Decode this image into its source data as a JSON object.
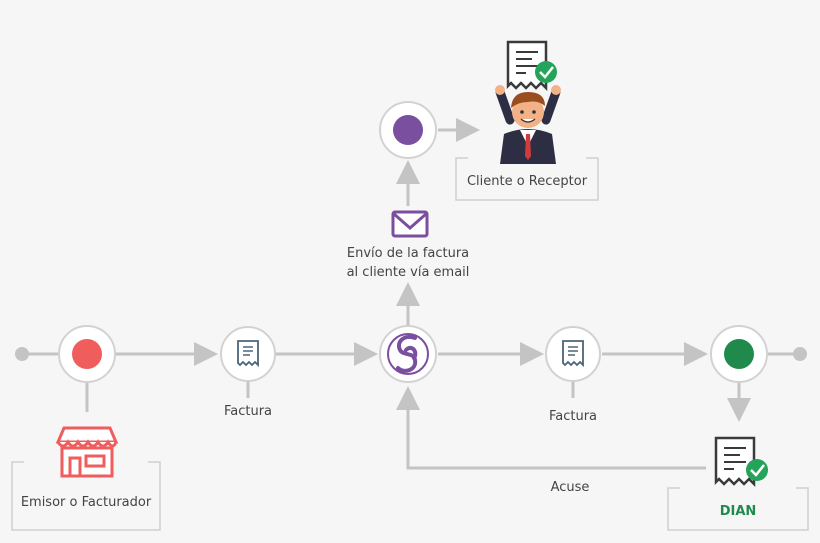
{
  "nodes": {
    "emisor": {
      "label": "Emisor o Facturador",
      "color": "#ef5d5d"
    },
    "cliente": {
      "label": "Cliente o Receptor",
      "color": "#7b4fa0"
    },
    "dian": {
      "label": "DIAN",
      "color": "#1f8a4c"
    },
    "hub_color": "#7b4fa0"
  },
  "edges": {
    "factura_1": "Factura",
    "factura_2": "Factura",
    "email_line1": "Envío de la factura",
    "email_line2": "al cliente vía email",
    "acuse": "Acuse"
  },
  "colors": {
    "line": "#c4c4c4",
    "node_ring": "#d2d2d2",
    "doc_icon": "#4a6578",
    "check": "#24a35a"
  }
}
